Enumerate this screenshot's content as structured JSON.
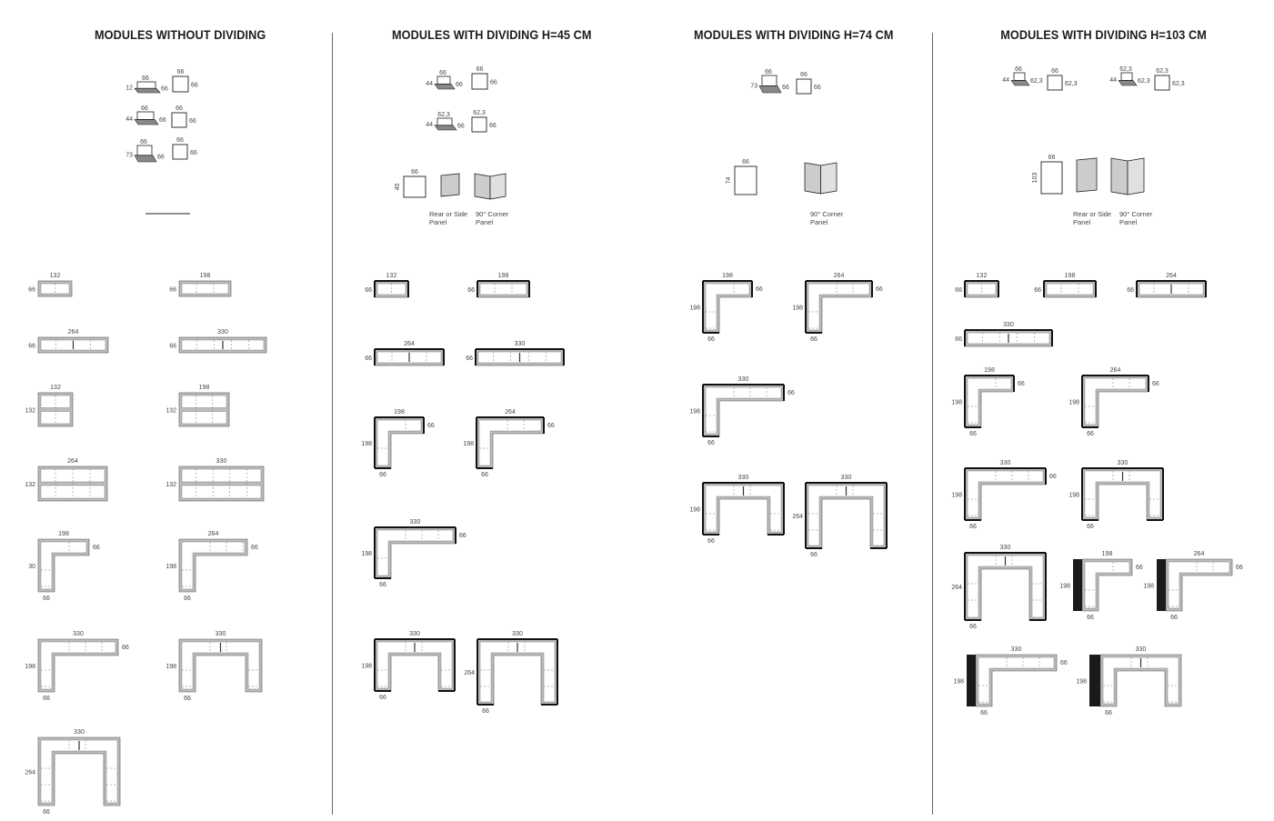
{
  "columns": [
    {
      "title": "MODULES WITHOUT DIVIDING"
    },
    {
      "title": "MODULES WITH DIVIDING H=45 CM"
    },
    {
      "title": "MODULES WITH DIVIDING H=74 CM"
    },
    {
      "title": "MODULES WITH DIVIDING H=103 CM"
    }
  ],
  "panel_labels": {
    "rear_or_side": [
      "Rear or Side",
      "Panel"
    ],
    "corner_90": [
      "90° Corner",
      "Panel"
    ]
  },
  "colors": {
    "frame_gray": "#bdbdbd",
    "panel_black": "#1a1a1a",
    "line": "#333333",
    "label": "#444444"
  }
}
